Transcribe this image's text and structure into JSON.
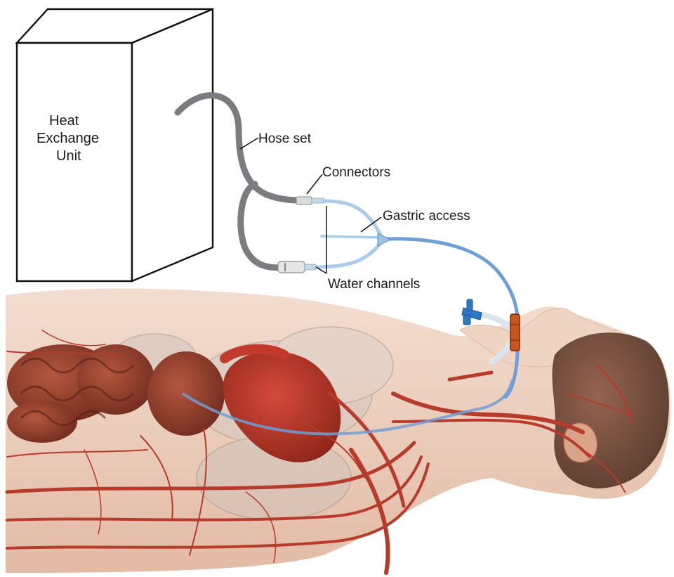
{
  "labels": {
    "unit": [
      "Heat",
      "Exchange",
      "Unit"
    ],
    "hose_set": "Hose set",
    "connectors": "Connectors",
    "gastric_access": "Gastric access",
    "water_channels": "Water channels"
  },
  "colors": {
    "hose": "#7c7c80",
    "water_channel": "#a9cde9",
    "esophageal_tube": "#6f9fd6",
    "port": "#2f78c8",
    "bite_block": "#c9561f",
    "skin": "#f0d2bf",
    "vessel": "#b63b2a",
    "organ": "#8e3e2d",
    "hair": "#6a4333",
    "outline": "#111111"
  },
  "icons": {
    "gastric_port": "valve-cap-icon",
    "bite_block": "bite-block-icon"
  }
}
